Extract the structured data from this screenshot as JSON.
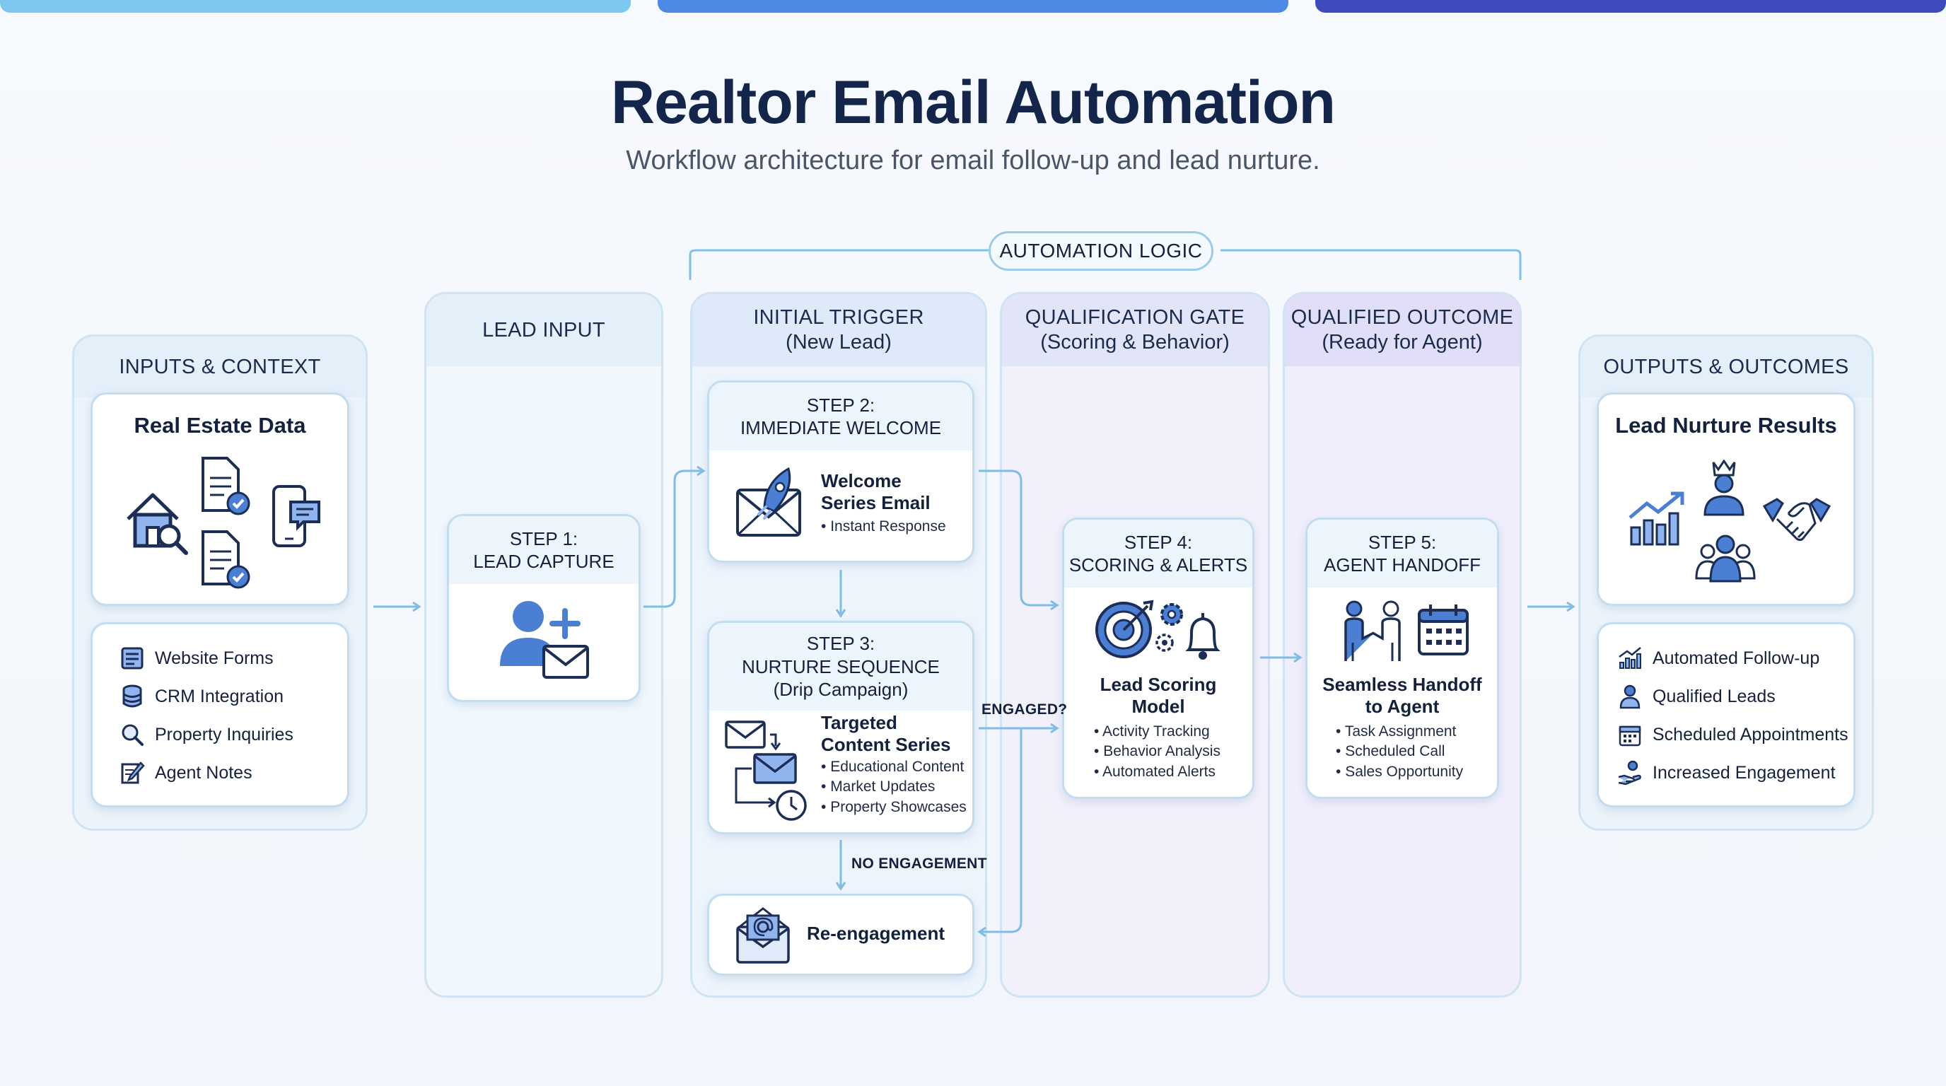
{
  "title": "Realtor Email Automation",
  "subtitle": "Workflow architecture for email follow-up and lead nurture.",
  "automation_logic_label": "AUTOMATION LOGIC",
  "columns": {
    "inputs": {
      "head": "INPUTS & CONTEXT"
    },
    "lead_input": {
      "head": "LEAD INPUT"
    },
    "initial_trigger": {
      "head": "INITIAL TRIGGER",
      "sub": "(New Lead)"
    },
    "qualification": {
      "head": "QUALIFICATION GATE",
      "sub": "(Scoring & Behavior)"
    },
    "qualified": {
      "head": "QUALIFIED OUTCOME",
      "sub": "(Ready for Agent)"
    },
    "outputs": {
      "head": "OUTPUTS & OUTCOMES"
    }
  },
  "inputs": {
    "card_title": "Real Estate Data",
    "items": [
      "Website Forms",
      "CRM Integration",
      "Property Inquiries",
      "Agent Notes"
    ]
  },
  "step1": {
    "head1": "STEP 1:",
    "head2": "LEAD CAPTURE"
  },
  "step2": {
    "head1": "STEP 2:",
    "head2": "IMMEDIATE WELCOME",
    "title1": "Welcome",
    "title2": "Series Email",
    "bullets": [
      "Instant Response"
    ]
  },
  "step3": {
    "head1": "STEP 3:",
    "head2": "NURTURE SEQUENCE",
    "head3": "(Drip Campaign)",
    "title1": "Targeted",
    "title2": "Content Series",
    "bullets": [
      "Educational Content",
      "Market Updates",
      "Property Showcases"
    ]
  },
  "reengagement": {
    "title": "Re-engagement"
  },
  "step4": {
    "head1": "STEP 4:",
    "head2": "SCORING & ALERTS",
    "title1": "Lead Scoring",
    "title2": "Model",
    "bullets": [
      "Activity Tracking",
      "Behavior Analysis",
      "Automated Alerts"
    ]
  },
  "step5": {
    "head1": "STEP 5:",
    "head2": "AGENT HANDOFF",
    "title1": "Seamless Handoff",
    "title2": "to Agent",
    "bullets": [
      "Task Assignment",
      "Scheduled Call",
      "Sales Opportunity"
    ]
  },
  "flow_labels": {
    "engaged": "ENGAGED?",
    "no_engagement": "NO ENGAGEMENT"
  },
  "outputs": {
    "card_title": "Lead Nurture Results",
    "items": [
      "Automated Follow-up",
      "Qualified Leads",
      "Scheduled Appointments",
      "Increased Engagement"
    ]
  },
  "colors": {
    "accent": "#4a7fd4",
    "line": "#7fbde3",
    "dark": "#1c2e56",
    "light_blue": "#8fb4ee"
  }
}
